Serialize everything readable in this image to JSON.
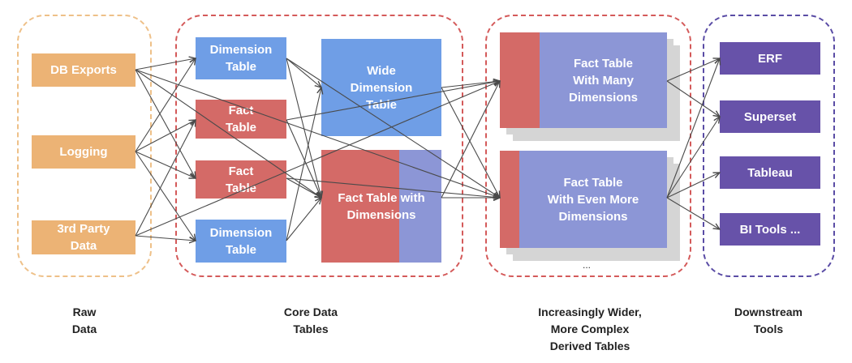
{
  "colors": {
    "orange": "#ecb375",
    "blue": "#6f9ee6",
    "red": "#d46a67",
    "purple_blue": "#8c96d6",
    "purple": "#6752a9",
    "arrow": "#4a4a4a",
    "group_orange": "#eec088",
    "group_red": "#d45a5a",
    "group_purple": "#5a4ca5"
  },
  "raw": {
    "db_exports": "DB Exports",
    "logging": "Logging",
    "third_party": "3rd Party\nData"
  },
  "core": {
    "dim_table_1": "Dimension\nTable",
    "fact_table_1": "Fact\nTable",
    "fact_table_2": "Fact\nTable",
    "dim_table_2": "Dimension\nTable",
    "wide_dim": "Wide\nDimension\nTable",
    "fact_with_dims": "Fact Table with\nDimensions"
  },
  "derived": {
    "many": "Fact Table\nWith Many\nDimensions",
    "even_more": "Fact Table\nWith Even More\nDimensions",
    "ellipsis": "..."
  },
  "tools": {
    "erf": "ERF",
    "superset": "Superset",
    "tableau": "Tableau",
    "bi": "BI Tools ..."
  },
  "captions": {
    "raw": "Raw\nData",
    "core": "Core Data\nTables",
    "derived": "Increasingly Wider,\nMore Complex\nDerived Tables",
    "downstream": "Downstream\nTools"
  }
}
